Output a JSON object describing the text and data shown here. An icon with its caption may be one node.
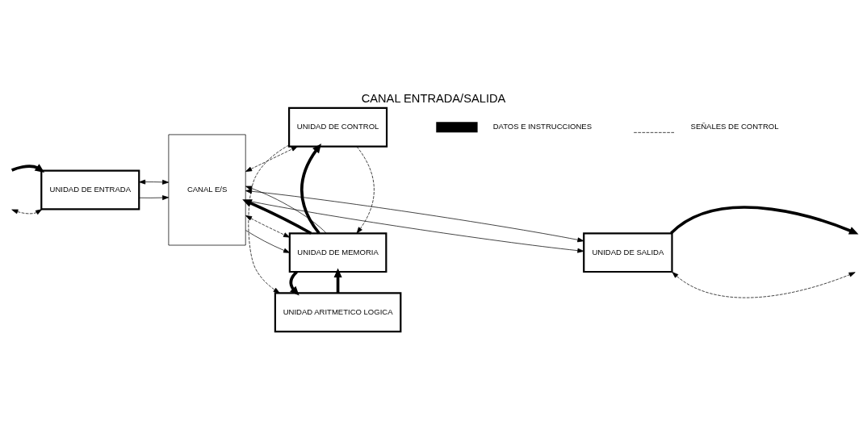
{
  "diagram": {
    "title": "CANAL ENTRADA/SALIDA",
    "nodes": [
      {
        "text": [
          "CANAL E/S"
        ]
      },
      {
        "text": [
          "UNIDAD DE ENTRADA"
        ]
      },
      {
        "text": [
          "UNIDAD DE MEMORIA"
        ]
      },
      {
        "text": [
          "UNIDAD ARITMETICO LOGICA"
        ]
      },
      {
        "text": [
          "UNIDAD DE CONTROL"
        ]
      },
      {
        "text": [
          "UNIDAD DE SALIDA"
        ]
      }
    ],
    "edges": [
      {
        "from": null,
        "to": 1,
        "arrow": "to",
        "style": "thick"
      },
      {
        "from": null,
        "to": 1,
        "arrow": "both",
        "style": "dashed"
      },
      {
        "from": 1,
        "to": 0,
        "arrow": "to"
      },
      {
        "from": 1,
        "to": 0,
        "arrow": "both"
      },
      {
        "from": 0,
        "to": 2,
        "arrow": "to"
      },
      {
        "from": 0,
        "to": 2,
        "arrow": "both",
        "style": "dashed"
      },
      {
        "from": 2,
        "to": 0,
        "arrow": "to",
        "style": "thick"
      },
      {
        "from": 2,
        "to": 0,
        "arrow": "to"
      },
      {
        "from": 4,
        "to": 2,
        "arrow": "to",
        "style": "dashed"
      },
      {
        "from": 2,
        "to": 4,
        "arrow": "to",
        "style": "thick"
      },
      {
        "from": 3,
        "to": 2,
        "arrow": "to",
        "style": "thick"
      },
      {
        "from": 2,
        "to": 3,
        "arrow": "to",
        "style": "thick"
      },
      {
        "from": 4,
        "to": 3,
        "arrow": "to",
        "style": "dashed"
      },
      {
        "from": 0,
        "to": 4,
        "arrow": "both",
        "style": "dashed"
      },
      {
        "from": 0,
        "to": 5,
        "arrow": "to"
      },
      {
        "from": 0,
        "to": 5,
        "arrow": "both"
      },
      {
        "from": 5,
        "to": null,
        "arrow": "to",
        "style": "thick"
      },
      {
        "from": 5,
        "to": null,
        "arrow": "both",
        "style": "dashed"
      }
    ],
    "legend": [
      {
        "text": "DATOS E INSTRUCCIONES"
      },
      {
        "text": "SEÑALES DE CONTROL"
      }
    ]
  }
}
